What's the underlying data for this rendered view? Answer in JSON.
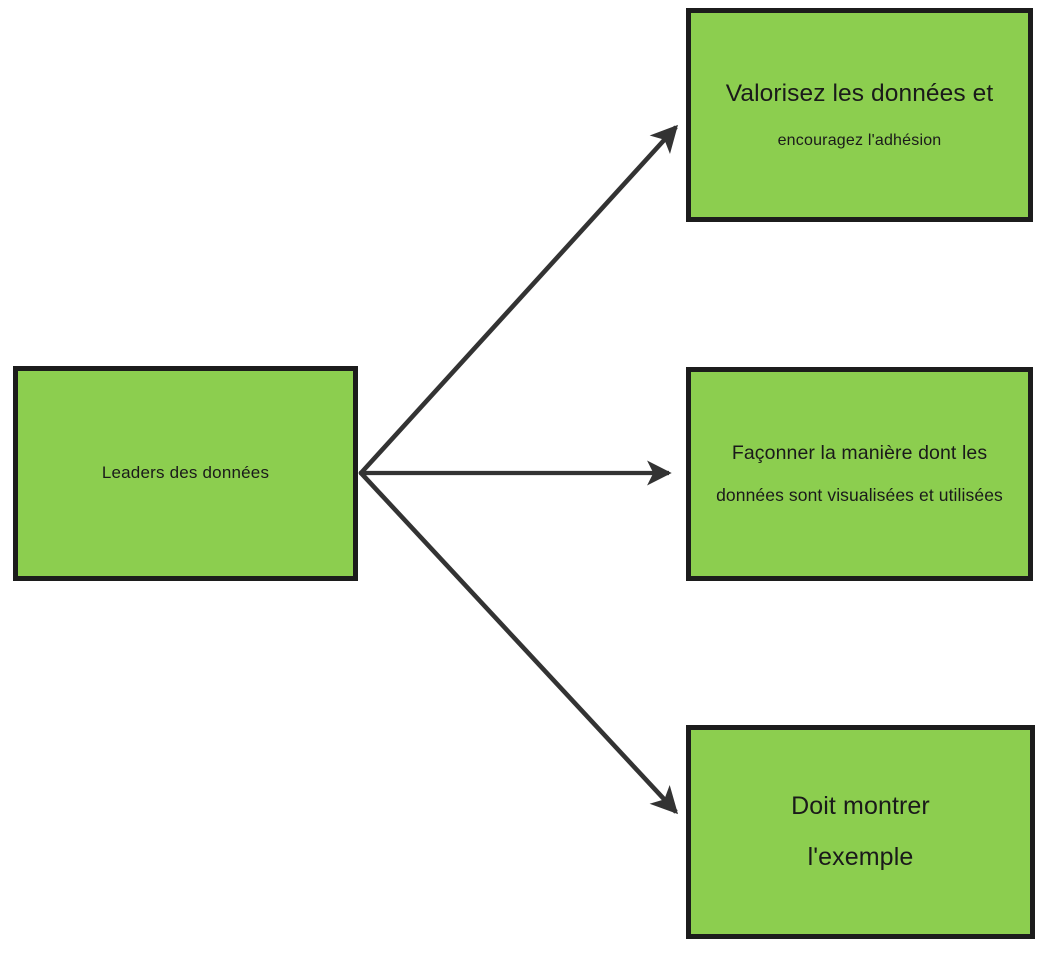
{
  "diagram": {
    "type": "flow-diagram",
    "orientation": "left-to-right",
    "background_color": "#ffffff",
    "node_fill_color": "#8cce4f",
    "node_border_color": "#1c1c1c",
    "connector_color": "#333333",
    "text_color": "#1a1a1a"
  },
  "source_node": {
    "id": "leaders-des-donnees",
    "line_1": "Leaders des données"
  },
  "target_nodes": [
    {
      "id": "valoriser-les-donnees",
      "line_1": "Valorisez les données et",
      "line_2": "encouragez l'adhésion"
    },
    {
      "id": "faconner-la-maniere",
      "line_1": "Façonner la manière dont les",
      "line_2": "données sont visualisées et utilisées"
    },
    {
      "id": "montrer-l-exemple",
      "line_1": "Doit montrer",
      "line_2": "l'exemple"
    }
  ],
  "connectors": [
    {
      "id": "connector-to-valoriser",
      "from": "leaders-des-donnees",
      "to": "valoriser-les-donnees",
      "direction": "up-right",
      "arrowhead": "filled-barbed"
    },
    {
      "id": "connector-to-faconner",
      "from": "leaders-des-donnees",
      "to": "faconner-la-maniere",
      "direction": "right",
      "arrowhead": "filled-barbed"
    },
    {
      "id": "connector-to-montrer",
      "from": "leaders-des-donnees",
      "to": "montrer-l-exemple",
      "direction": "down-right",
      "arrowhead": "filled-barbed"
    }
  ]
}
